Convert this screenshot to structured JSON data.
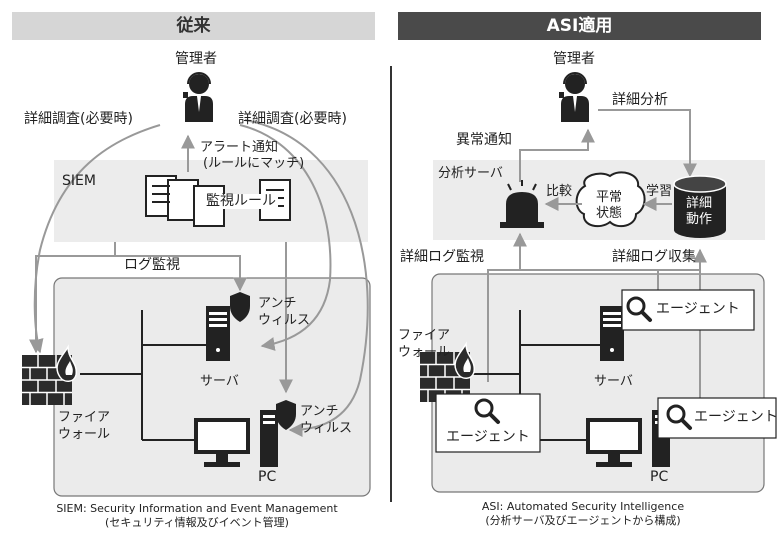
{
  "headers": {
    "left": "従来",
    "right": "ASI適用"
  },
  "left": {
    "admin": "管理者",
    "detail_left": "詳細調査(必要時)",
    "detail_right": "詳細調査(必要時)",
    "alert_line1": "アラート通知",
    "alert_line2": "(ルールにマッチ)",
    "siem": "SIEM",
    "rules": "監視ルール",
    "log_monitor": "ログ監視",
    "antivirus_server_1": "アンチ",
    "antivirus_server_2": "ウィルス",
    "server": "サーバ",
    "firewall_1": "ファイア",
    "firewall_2": "ウォール",
    "antivirus_pc_1": "アンチ",
    "antivirus_pc_2": "ウィルス",
    "pc": "PC",
    "footnote_1": "SIEM: Security Information and Event Management",
    "footnote_2": "(セキュリティ情報及びイベント管理)"
  },
  "right": {
    "admin": "管理者",
    "detail_analysis": "詳細分析",
    "anomaly": "異常通知",
    "analysis_server": "分析サーバ",
    "compare": "比較",
    "normal_1": "平常",
    "normal_2": "状態",
    "learn": "学習",
    "db_1": "詳細",
    "db_2": "動作",
    "detail_log_monitor": "詳細ログ監視",
    "detail_log_collect": "詳細ログ収集",
    "firewall_1": "ファイア",
    "firewall_2": "ウォール",
    "agent_server": "エージェント",
    "server": "サーバ",
    "agent_fw": "エージェント",
    "agent_pc": "エージェント",
    "pc": "PC",
    "footnote_1": "ASI: Automated Security Intelligence",
    "footnote_2": "(分析サーバ及びエージェントから構成)"
  }
}
